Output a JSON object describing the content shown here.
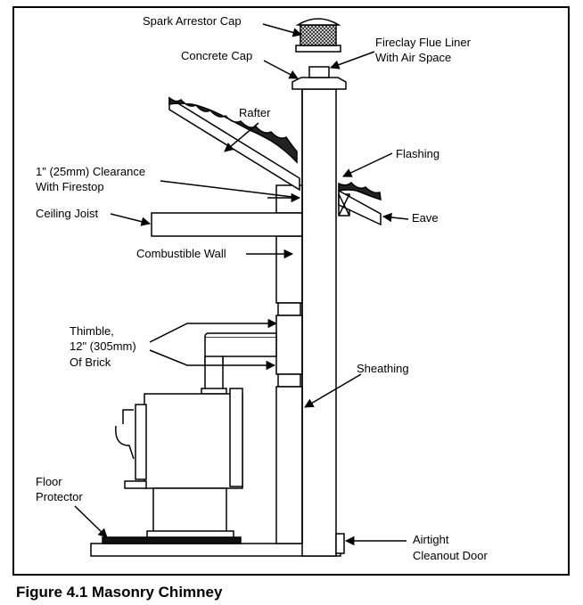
{
  "caption": "Figure 4.1 Masonry Chimney",
  "labels": {
    "spark_arrestor_cap": "Spark Arrestor Cap",
    "concrete_cap": "Concrete Cap",
    "flue_liner_1": "Fireclay Flue Liner",
    "flue_liner_2": "With Air Space",
    "rafter": "Rafter",
    "flashing": "Flashing",
    "clearance_1": "1\" (25mm) Clearance",
    "clearance_2": "With Firestop",
    "ceiling_joist": "Ceiling Joist",
    "eave": "Eave",
    "combustible_wall": "Combustible Wall",
    "thimble_1": "Thimble,",
    "thimble_2": "12\" (305mm)",
    "thimble_3": "Of Brick",
    "sheathing": "Sheathing",
    "floor_protector_1": "Floor",
    "floor_protector_2": "Protector",
    "cleanout_1": "Airtight",
    "cleanout_2": "Cleanout Door"
  }
}
